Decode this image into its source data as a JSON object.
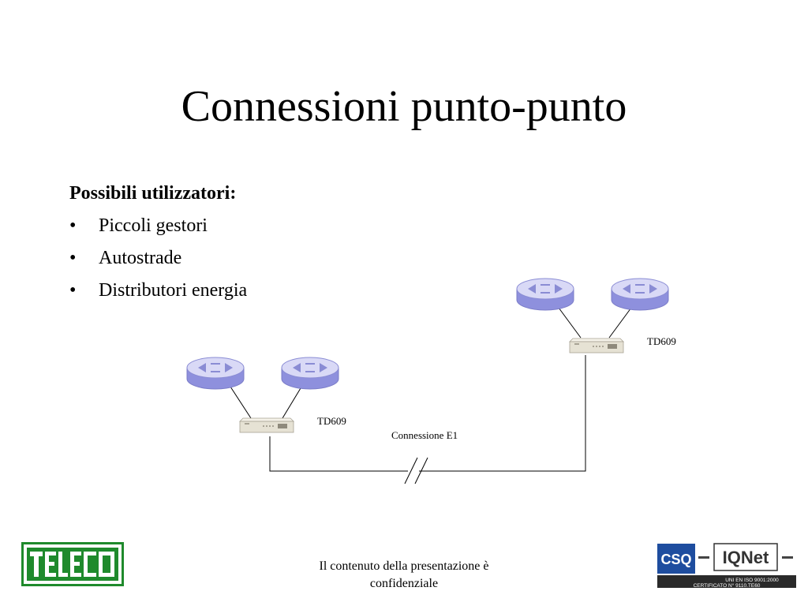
{
  "slide": {
    "title": "Connessioni punto-punto",
    "bullets_heading": "Possibili utilizzatori:",
    "bullet_items": [
      "Piccoli gestori",
      "Autostrade",
      "Distributori energia"
    ],
    "footer_note": "Il contenuto della presentazione è confidenziale"
  },
  "diagram": {
    "left_device_label": "TD609",
    "right_device_label": "TD609",
    "link_label": "Connessione E1"
  },
  "logos": {
    "left_text": "TELECO",
    "right_badge_text": "CSQ",
    "right_brand_text": "IQNet",
    "right_cert_line1": "UNI EN ISO 9001:2000",
    "right_cert_line2": "CERTIFICATO N° 9110.TE60"
  },
  "colors": {
    "router": "#9d9ee4",
    "router_top": "#d6d6f6",
    "device_body": "#e7e3d6",
    "teleco_green": "#1f8a2c",
    "csq_blue": "#1e4d9f"
  }
}
